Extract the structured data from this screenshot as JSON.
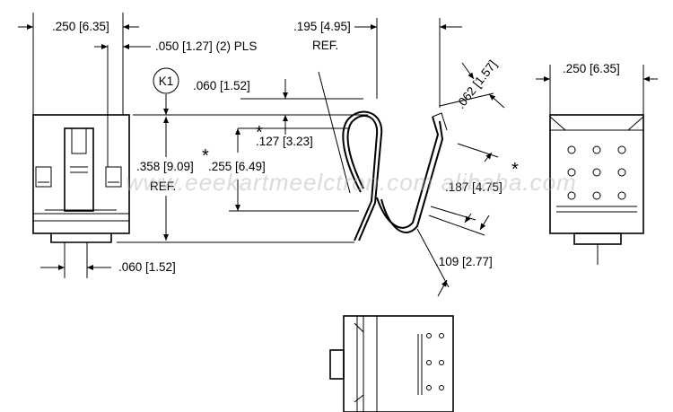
{
  "drawing": {
    "callout": "K1",
    "dims": {
      "width_top_left": ".250 [6.35]",
      "pitch": ".050 [1.27] (2) PLS",
      "height_ref": ".358 [9.09]",
      "ref_left": "REF.",
      "bottom_left": ".060 [1.52]",
      "gap_060": ".060 [1.52]",
      "d127": ".127 [3.23]",
      "d255": ".255 [6.49]",
      "d195": ".195 [4.95]",
      "ref_195": "REF.",
      "d062": ".062 [1.57]",
      "d187": ".187 [4.75]",
      "d109": ".109 [2.77]",
      "width_right": ".250 [6.35]"
    },
    "asterisk": "*",
    "watermark": "www.eeekartmeelctron.com alibaba.com"
  }
}
